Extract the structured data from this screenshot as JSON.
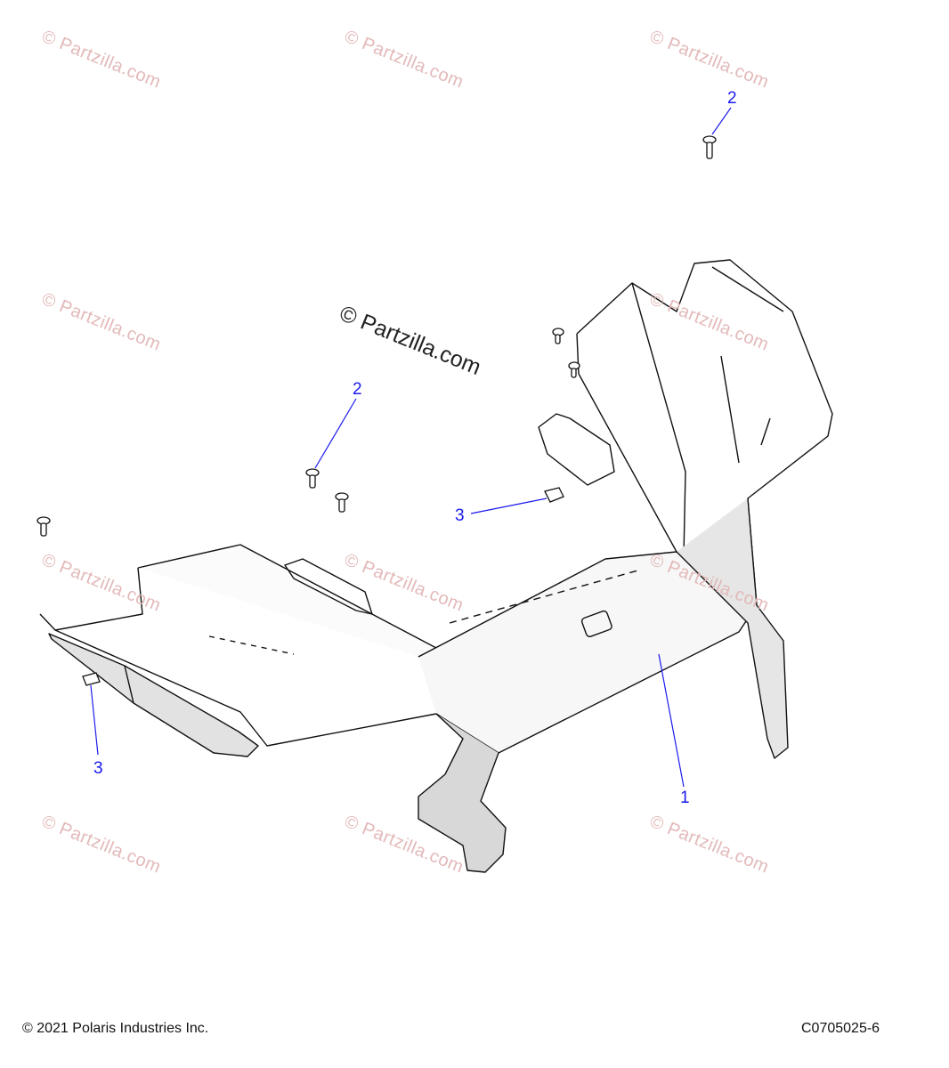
{
  "watermark": {
    "repeat_text": "© Partzilla.com",
    "main_text": "© Partzilla.com"
  },
  "callouts": [
    {
      "label": "2",
      "part": "screw"
    },
    {
      "label": "2",
      "part": "screw"
    },
    {
      "label": "3",
      "part": "clip-nut"
    },
    {
      "label": "3",
      "part": "clip-nut"
    },
    {
      "label": "1",
      "part": "front-body-panel"
    }
  ],
  "footer": {
    "copyright": "© 2021 Polaris Industries Inc.",
    "diagram_code": "C0705025-6"
  },
  "colors": {
    "callout": "#1a1aee",
    "watermark": "#e3b9b9",
    "line_art": "#111111",
    "panel_shade": "#dcdcdc"
  }
}
